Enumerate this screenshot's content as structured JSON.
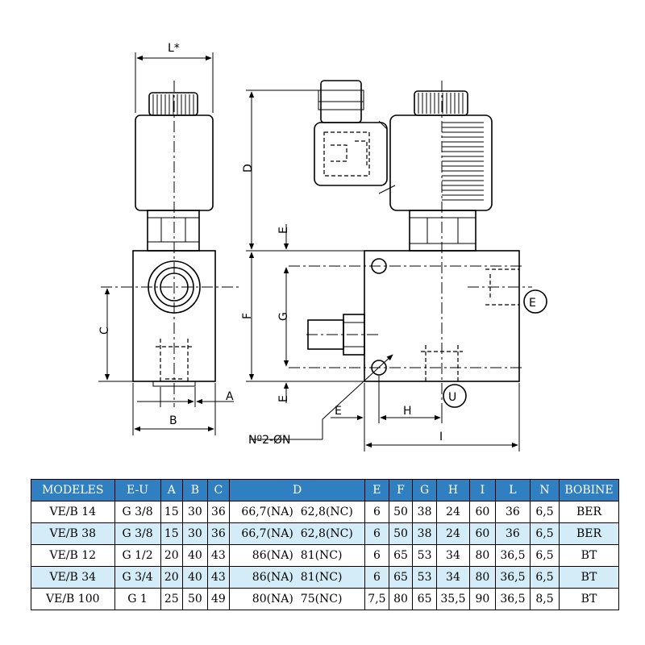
{
  "labels": {
    "L_star": "L*",
    "D": "D",
    "E_top": "E",
    "F": "F",
    "G": "G",
    "C": "C",
    "A": "A",
    "B": "B",
    "E_bottom": "E",
    "E_mid": "E",
    "H": "H",
    "I": "I",
    "hole_note": "Nº2-ØN",
    "port_E": "E",
    "port_U": "U"
  },
  "table": {
    "headers": [
      "MODELES",
      "E-U",
      "A",
      "B",
      "C",
      "D",
      "E",
      "F",
      "G",
      "H",
      "I",
      "L",
      "N",
      "BOBINE"
    ],
    "rows": [
      [
        "VE/B 14",
        "G 3/8",
        "15",
        "30",
        "36",
        "66,7(NA)  62,8(NC)",
        "6",
        "50",
        "38",
        "24",
        "60",
        "36",
        "6,5",
        "BER"
      ],
      [
        "VE/B 38",
        "G 3/8",
        "15",
        "30",
        "36",
        "66,7(NA)  62,8(NC)",
        "6",
        "50",
        "38",
        "24",
        "60",
        "36",
        "6,5",
        "BER"
      ],
      [
        "VE/B 12",
        "G 1/2",
        "20",
        "40",
        "43",
        "86(NA)  81(NC)",
        "6",
        "65",
        "53",
        "34",
        "80",
        "36,5",
        "6,5",
        "BT"
      ],
      [
        "VE/B 34",
        "G 3/4",
        "20",
        "40",
        "43",
        "86(NA)  81(NC)",
        "6",
        "65",
        "53",
        "34",
        "80",
        "36,5",
        "6,5",
        "BT"
      ],
      [
        "VE/B 100",
        "G 1",
        "25",
        "50",
        "49",
        "80(NA)  75(NC)",
        "7,5",
        "80",
        "65",
        "35,5",
        "90",
        "36,5",
        "8,5",
        "BT"
      ]
    ]
  },
  "colors": {
    "header_bg": "#2f7fc1",
    "header_text": "#ffffff",
    "alt_row_bg": "#d4ecf8"
  }
}
